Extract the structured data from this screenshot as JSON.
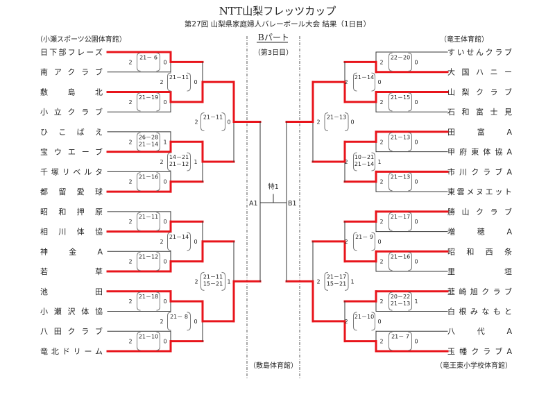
{
  "header": {
    "title": "NTT山梨フレッツカップ",
    "subtitle": "第27回  山梨県家庭婦人バレーボール大会  結果（1日目）",
    "part": "Bパート",
    "day": "（第3日目）",
    "center_venue": "（敷島体育館）"
  },
  "final": {
    "label_left": "A1",
    "label_right": "B1",
    "label_top": "特1"
  },
  "colors": {
    "winner_line": "#e8141b",
    "line": "#333333",
    "box": "#777777"
  },
  "left": {
    "venue": "（小瀬スポーツ公園体育館）",
    "teams": [
      "日下部フレーズ",
      "南アクラブ",
      "敷島北",
      "小立クラブ",
      "ひこばえ",
      "宝ウエーブ",
      "千塚リベルタ",
      "都留愛球",
      "昭和押原",
      "相川体協",
      "神金A",
      "若草",
      "池田",
      "小瀬沢体協",
      "八田クラブ",
      "竜北ドリーム"
    ],
    "r1": [
      {
        "score_a": "2",
        "sets": [
          "21－ 6"
        ],
        "score_b": "0",
        "winner": "top"
      },
      {
        "score_a": "2",
        "sets": [
          "21－19"
        ],
        "score_b": "0",
        "winner": "top"
      },
      {
        "score_a": "2",
        "sets": [
          "26－28",
          "21－14"
        ],
        "score_b": "1",
        "winner": "bottom"
      },
      {
        "score_a": "2",
        "sets": [
          "21－16"
        ],
        "score_b": "0",
        "winner": "bottom"
      },
      {
        "score_a": "2",
        "sets": [
          "21－11"
        ],
        "score_b": "0",
        "winner": "bottom"
      },
      {
        "score_a": "2",
        "sets": [
          "21－12"
        ],
        "score_b": "0",
        "winner": "bottom"
      },
      {
        "score_a": "2",
        "sets": [
          "21－18"
        ],
        "score_b": "0",
        "winner": "top"
      },
      {
        "score_a": "2",
        "sets": [
          "21－10"
        ],
        "score_b": "0",
        "winner": "bottom"
      }
    ],
    "r2": [
      {
        "score_a": "2",
        "sets": [
          "21－11"
        ],
        "score_b": "0",
        "winner": "bottom"
      },
      {
        "score_a": "2",
        "sets": [
          "14－21",
          "21－12"
        ],
        "score_b": "1",
        "winner": "top"
      },
      {
        "score_a": "2",
        "sets": [
          "21－14"
        ],
        "score_b": "0",
        "winner": "bottom"
      },
      {
        "score_a": "2",
        "sets": [
          "21－ 8"
        ],
        "score_b": "0",
        "winner": "top"
      }
    ],
    "r3": [
      {
        "score_a": "2",
        "sets": [
          "21－11"
        ],
        "score_b": "0",
        "winner": "top"
      },
      {
        "score_a": "2",
        "sets": [
          "21－11",
          "15－21"
        ],
        "score_b": "1",
        "winner": "bottom"
      }
    ]
  },
  "right": {
    "venue": "（竜王体育館）",
    "bottom_venue": "（竜王東小学校体育館）",
    "teams": [
      "すいせんクラブ",
      "大国ハニー",
      "山梨クラブ",
      "石和富士見",
      "田富A",
      "甲府東体協A",
      "市川クラブA",
      "東雲メヌエット",
      "勝山クラブ",
      "増穂A",
      "昭和西条",
      "里垣",
      "韮崎旭クラブ",
      "白根みなもと",
      "八代A",
      "玉幡クラブA"
    ],
    "r1": [
      {
        "score_a": "2",
        "sets": [
          "22－20"
        ],
        "score_b": "0",
        "winner": "bottom"
      },
      {
        "score_a": "2",
        "sets": [
          "21－15"
        ],
        "score_b": "0",
        "winner": "top"
      },
      {
        "score_a": "2",
        "sets": [
          "21－13"
        ],
        "score_b": "0",
        "winner": "top"
      },
      {
        "score_a": "2",
        "sets": [
          "21－13"
        ],
        "score_b": "0",
        "winner": "top"
      },
      {
        "score_a": "2",
        "sets": [
          "21－17"
        ],
        "score_b": "0",
        "winner": "top"
      },
      {
        "score_a": "2",
        "sets": [
          "21－16"
        ],
        "score_b": "0",
        "winner": "top"
      },
      {
        "score_a": "2",
        "sets": [
          "20－22",
          "21－13"
        ],
        "score_b": "1",
        "winner": "top"
      },
      {
        "score_a": "2",
        "sets": [
          "21－ 7"
        ],
        "score_b": "0",
        "winner": "bottom"
      }
    ],
    "r2": [
      {
        "score_a": "2",
        "sets": [
          "21－14"
        ],
        "score_b": "0",
        "winner": "bottom"
      },
      {
        "score_a": "2",
        "sets": [
          "10－21",
          "21－14"
        ],
        "score_b": "1",
        "winner": "top"
      },
      {
        "score_a": "2",
        "sets": [
          "21－ 9"
        ],
        "score_b": "0",
        "winner": "bottom"
      },
      {
        "score_a": "2",
        "sets": [
          "21－10"
        ],
        "score_b": "0",
        "winner": "bottom"
      }
    ],
    "r3": [
      {
        "score_a": "2",
        "sets": [
          "21－13"
        ],
        "score_b": "0",
        "winner": "top"
      },
      {
        "score_a": "2",
        "sets": [
          "21－17",
          "15－21"
        ],
        "score_b": "1",
        "winner": "bottom"
      }
    ]
  }
}
